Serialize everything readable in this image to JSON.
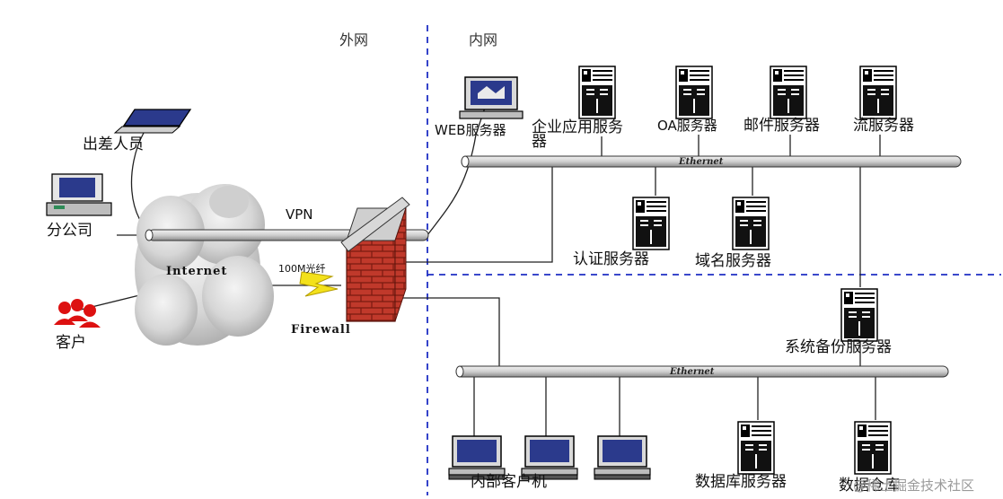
{
  "zones": {
    "outer": "外网",
    "inner": "内网"
  },
  "remote": {
    "traveler": "出差人员",
    "branch": "分公司",
    "customer": "客户",
    "vpn": "VPN",
    "internet": "Internet",
    "fiber": "100M光纤",
    "firewall": "Firewall"
  },
  "servers": {
    "web": "WEB服务器",
    "enterprise_line1": "企业应用服务",
    "enterprise_line2": "器",
    "oa": "OA服务器",
    "mail": "邮件服务器",
    "stream": "流服务器",
    "auth": "认证服务器",
    "dns": "域名服务器",
    "backup": "系统备份服务器",
    "database": "数据库服务器",
    "warehouse": "数据仓库"
  },
  "ethernet_label": "Ethernet",
  "lan": {
    "clients": "内部客户机"
  },
  "watermark": "@稀土掘金技术社区"
}
